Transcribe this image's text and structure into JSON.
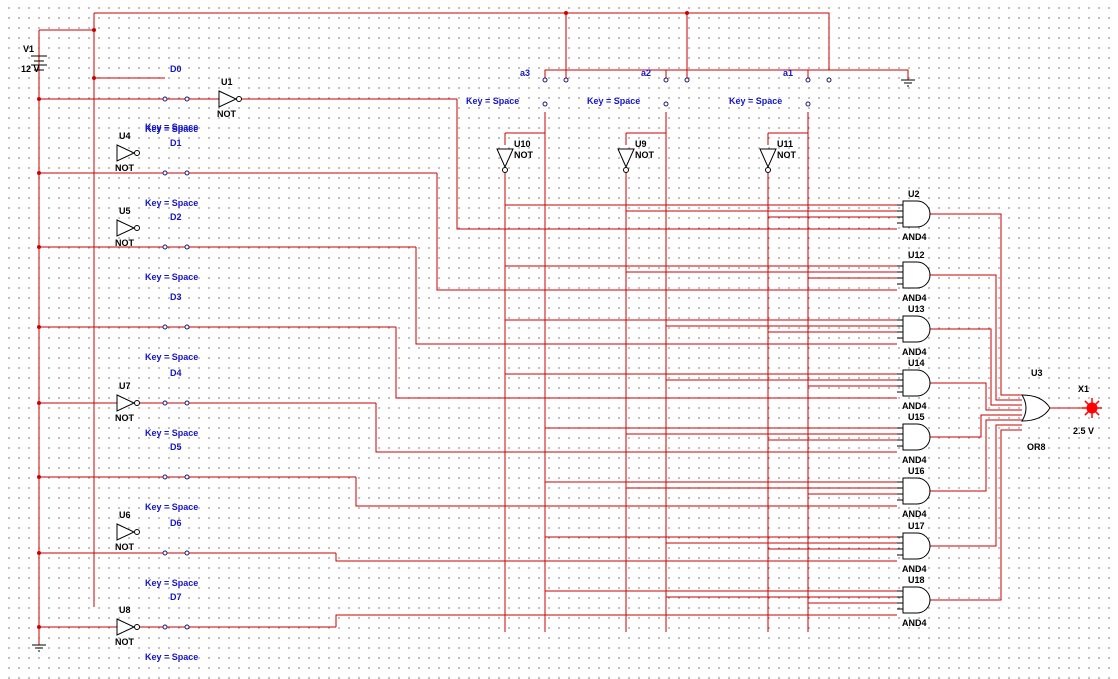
{
  "battery": {
    "ref": "V1",
    "value": "12 V"
  },
  "probe": {
    "ref": "X1",
    "value": "2.5 V",
    "color": "#ff0000"
  },
  "key_text": "Key = Space",
  "data_switches": [
    "D0",
    "D1",
    "D2",
    "D3",
    "D4",
    "D5",
    "D6",
    "D7"
  ],
  "address_switches": [
    "a3",
    "a2",
    "a1"
  ],
  "inverters": {
    "u1": {
      "ref": "U1",
      "type": "NOT"
    },
    "u4": {
      "ref": "U4",
      "type": "NOT"
    },
    "u5": {
      "ref": "U5",
      "type": "NOT"
    },
    "u7": {
      "ref": "U7",
      "type": "NOT"
    },
    "u6": {
      "ref": "U6",
      "type": "NOT"
    },
    "u8": {
      "ref": "U8",
      "type": "NOT"
    },
    "u10": {
      "ref": "U10",
      "type": "NOT"
    },
    "u9": {
      "ref": "U9",
      "type": "NOT"
    },
    "u11": {
      "ref": "U11",
      "type": "NOT"
    }
  },
  "and_gates": [
    {
      "ref": "U2",
      "type": "AND4"
    },
    {
      "ref": "U12",
      "type": "AND4"
    },
    {
      "ref": "U13",
      "type": "AND4"
    },
    {
      "ref": "U14",
      "type": "AND4"
    },
    {
      "ref": "U15",
      "type": "AND4"
    },
    {
      "ref": "U16",
      "type": "AND4"
    },
    {
      "ref": "U17",
      "type": "AND4"
    },
    {
      "ref": "U18",
      "type": "AND4"
    }
  ],
  "or_gate": {
    "ref": "U3",
    "type": "OR8"
  },
  "colors": {
    "wire": "#cc0000",
    "key_label": "#1515c8"
  }
}
